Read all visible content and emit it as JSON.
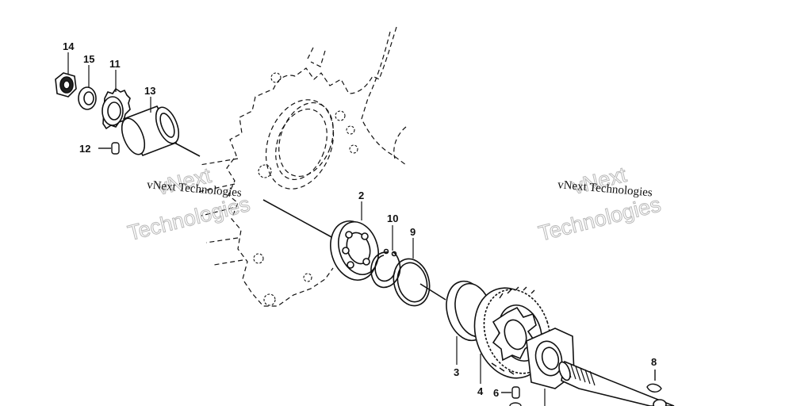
{
  "watermark": {
    "brand_line": "vNext",
    "word_line": "Technologies",
    "caption": "vNext Technologies",
    "outline_color": "#b9b9b9"
  },
  "callouts": {
    "p14": "14",
    "p15": "15",
    "p11": "11",
    "p13": "13",
    "p12": "12",
    "p2": "2",
    "p10": "10",
    "p9": "9",
    "p3": "3",
    "p4": "4",
    "p6": "6",
    "p8": "8"
  },
  "colors": {
    "ink": "#111111",
    "paper": "#ffffff"
  }
}
